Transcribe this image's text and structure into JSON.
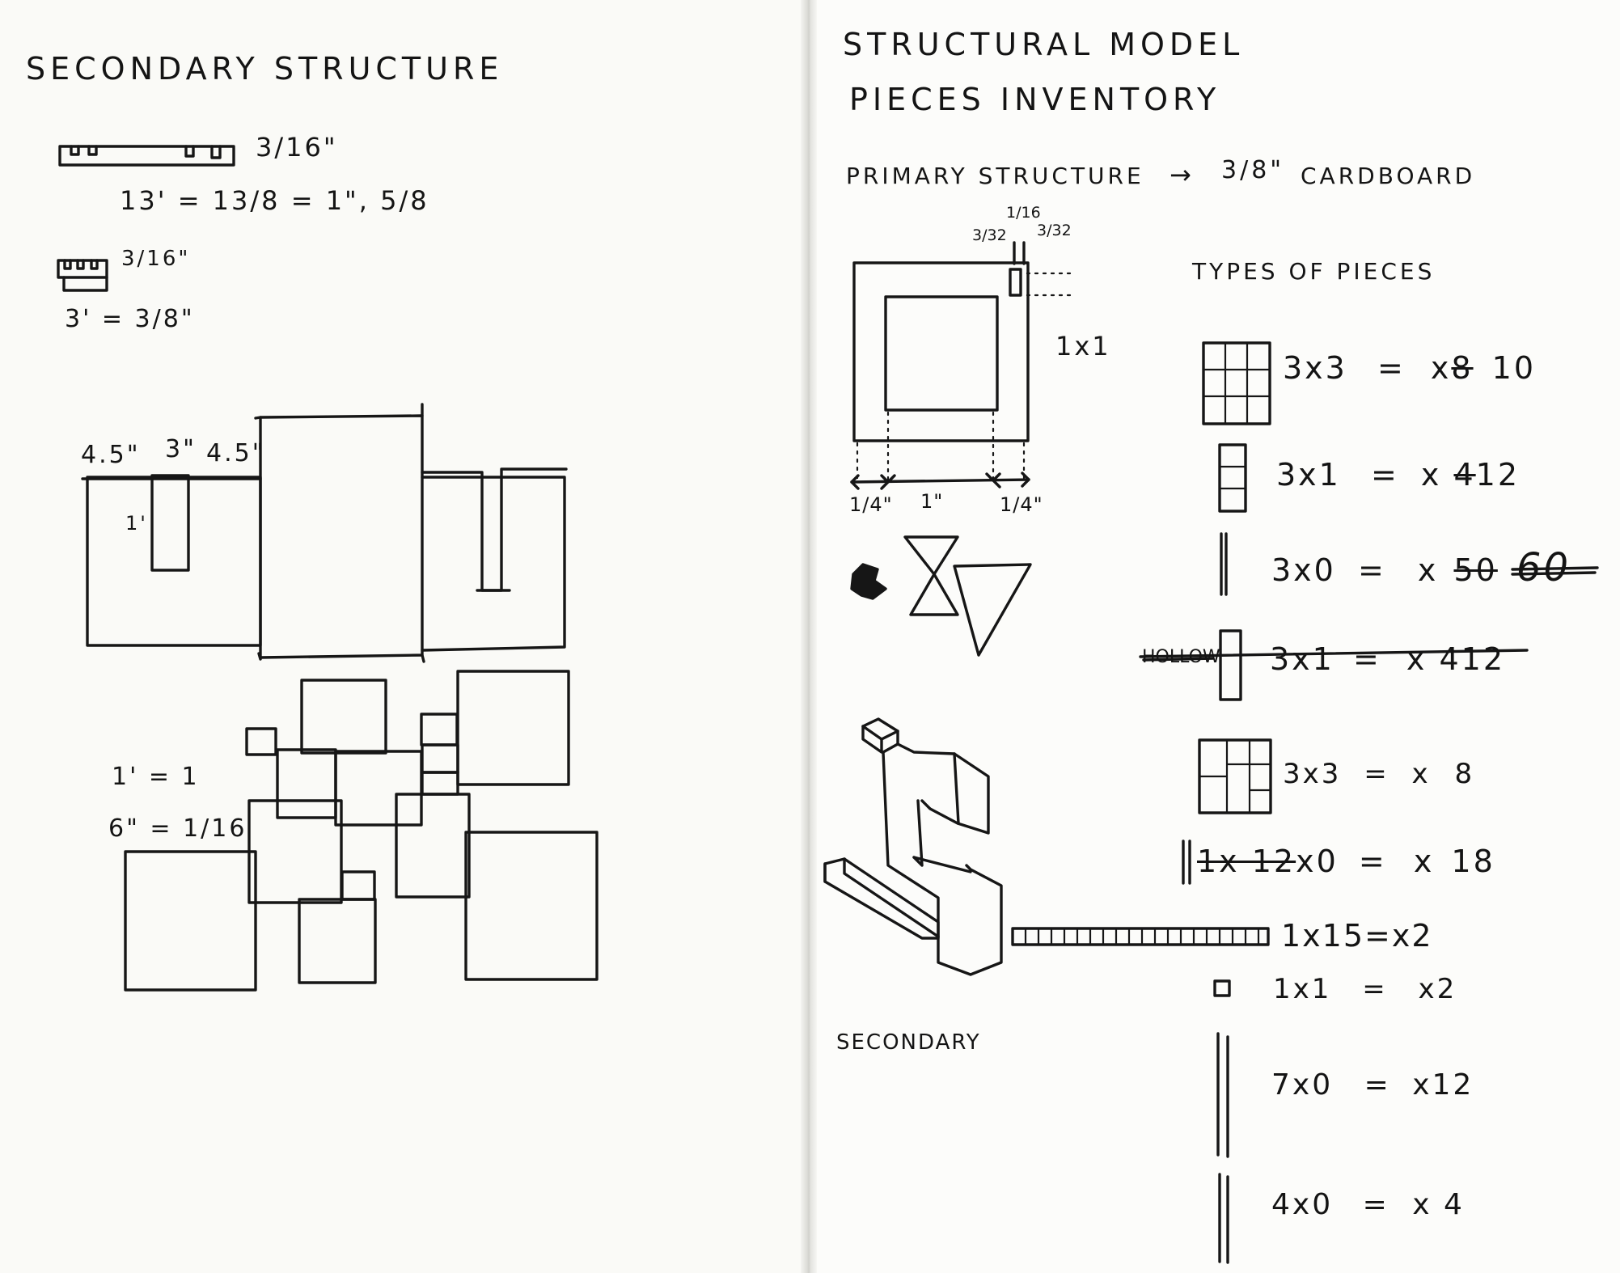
{
  "left_page": {
    "title": "SECONDARY STRUCTURE",
    "beam_thickness": "3/16\"",
    "beam_conversion": "13' = 13/8 = 1\", 5/8",
    "small_beam_thickness": "3/16\"",
    "small_beam_conversion": "3' = 3/8\"",
    "elevation_dims": {
      "left": "4.5\"",
      "middle": "3\"",
      "right": "4.5\"",
      "slot": "1'"
    },
    "scale_note_1": "1' = 1",
    "scale_note_2": "6\" = 1/16"
  },
  "right_page": {
    "title_line_1": "STRUCTURAL MODEL",
    "title_line_2": "PIECES INVENTORY",
    "primary_label": "PRIMARY STRUCTURE",
    "primary_arrow": "→",
    "primary_thickness": "3/8\"",
    "primary_material": "CARDBOARD",
    "detail_dims": {
      "a": "1/16",
      "b": "3/32",
      "c": "3/32"
    },
    "frame_label": "1x1",
    "frame_dims": {
      "left": "1/4\"",
      "middle": "1\"",
      "right": "1/4\""
    },
    "types_heading": "TYPES OF PIECES",
    "pieces": [
      {
        "type": "3x3",
        "sep": "=",
        "prefix": "x",
        "struck": "8",
        "count": "10"
      },
      {
        "type": "3x1",
        "sep": "=",
        "prefix": "x",
        "struck": "4",
        "count": "12"
      },
      {
        "type": "3x0",
        "sep": "=",
        "prefix": "x",
        "struck": "50",
        "count": "60"
      },
      {
        "note": "HOLLOW",
        "type": "3x1",
        "sep": "=",
        "prefix": "x",
        "struck": "4",
        "count": "12"
      },
      {
        "type": "3x3",
        "sep": "=",
        "prefix": "x",
        "count": "8"
      },
      {
        "struck_type": "1x 12",
        "type": "x0",
        "sep": "=",
        "prefix": "x",
        "count": "18"
      },
      {
        "type": "1x15",
        "sep": "=",
        "prefix": "x",
        "count": "2"
      },
      {
        "type": "1x1",
        "sep": "=",
        "prefix": "x",
        "count": "2"
      },
      {
        "type": "7x0",
        "sep": "=",
        "prefix": "x",
        "count": "12"
      },
      {
        "type": "4x0",
        "sep": "=",
        "prefix": "x",
        "count": "4"
      }
    ],
    "secondary_label": "SECONDARY"
  }
}
